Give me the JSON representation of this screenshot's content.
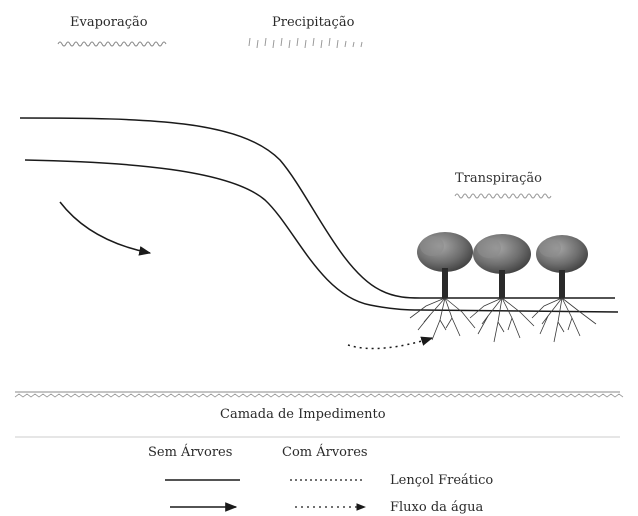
{
  "labels": {
    "evaporation": "Evaporação",
    "precipitation": "Precipitação",
    "transpiration": "Transpiração",
    "impermeable_layer": "Camada de Impedimento"
  },
  "legend": {
    "without_trees": "Sem Árvores",
    "with_trees": "Com Árvores",
    "water_table": "Lençol Freático",
    "water_flow": "Fluxo da água"
  },
  "colors": {
    "line": "#1a1a1a",
    "tree_canopy": "#7a7a7a",
    "tree_canopy_dark": "#4a4a4a",
    "roots": "#3a3a3a",
    "hatch": "#8a8a8a"
  }
}
